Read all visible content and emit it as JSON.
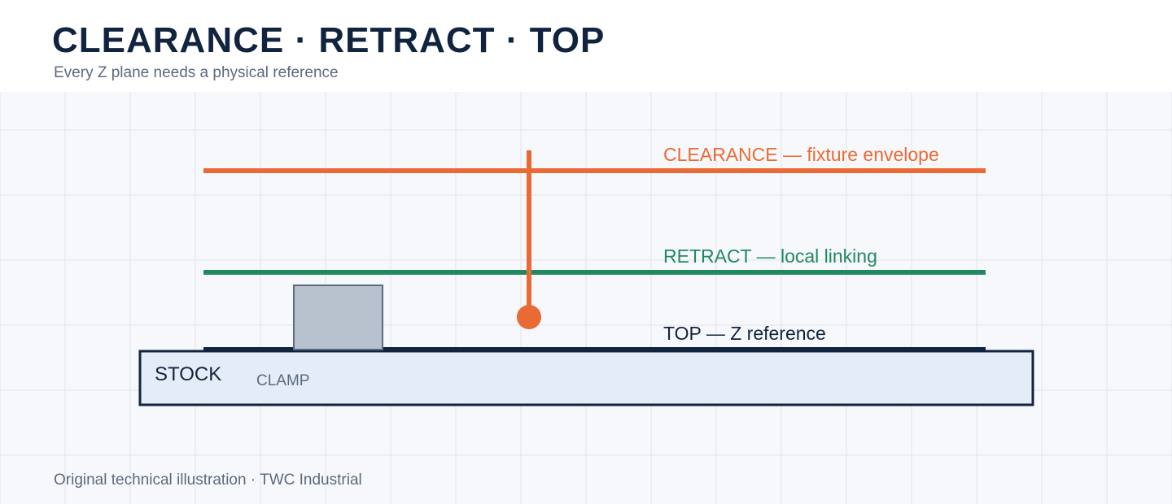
{
  "header": {
    "title": "CLEARANCE · RETRACT · TOP",
    "subtitle": "Every Z plane needs a physical reference"
  },
  "diagram": {
    "planes": [
      {
        "id": "clearance",
        "label": "CLEARANCE — fixture envelope",
        "color": "#ea6a35"
      },
      {
        "id": "retract",
        "label": "RETRACT — local linking",
        "color": "#22895f"
      },
      {
        "id": "top",
        "label": "TOP — Z reference",
        "color": "#11243f"
      }
    ],
    "stock_label": "STOCK",
    "clamp_label": "CLAMP",
    "colors": {
      "stock_fill": "#e4edf7",
      "stock_stroke": "#11243f",
      "clamp_fill": "#b8c2cf",
      "clamp_stroke": "#5c6a80",
      "clamp_text": "#5c6a7d",
      "tool": "#ea6a35",
      "grid": "#e1e5ec",
      "background": "#f6f8fc"
    }
  },
  "footer": {
    "credit": "Original technical illustration · TWC Industrial"
  }
}
